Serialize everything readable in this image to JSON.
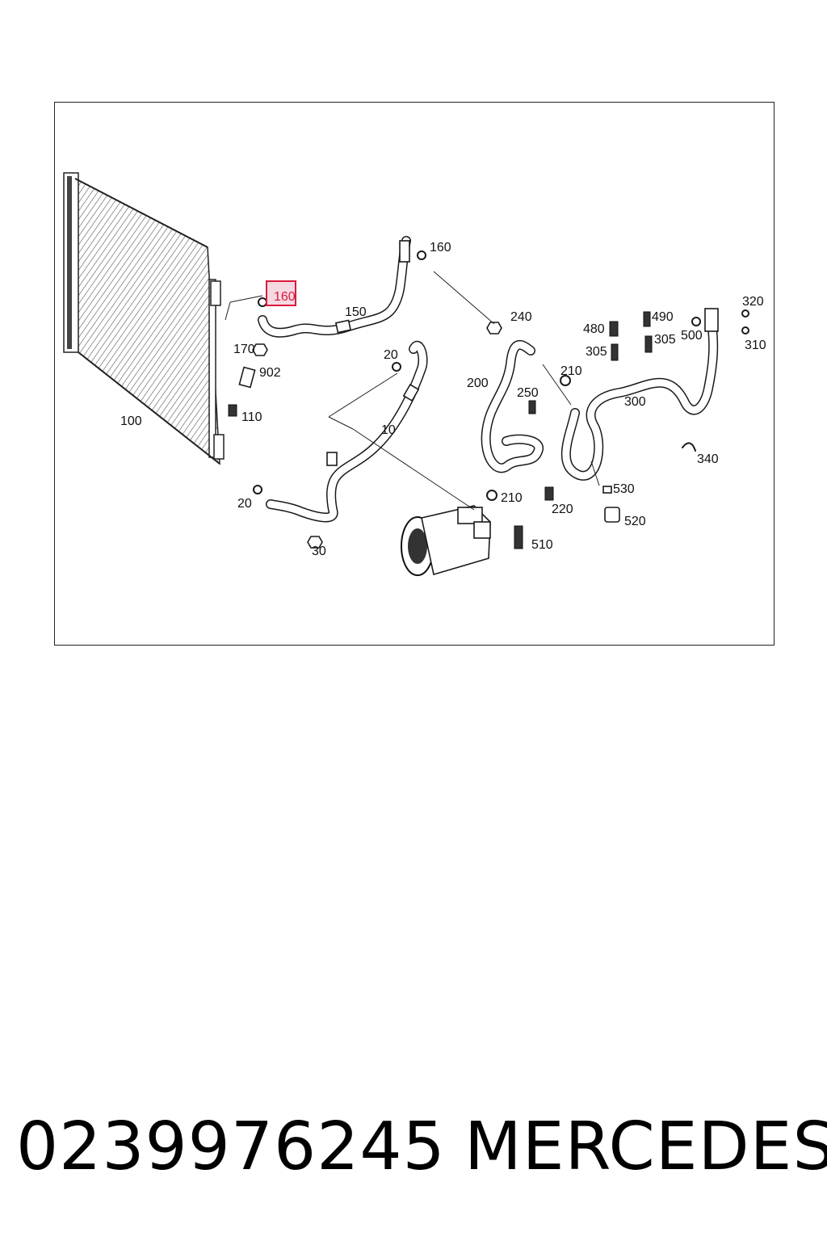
{
  "diagram": {
    "highlighted_callout": "160",
    "callouts": {
      "c160_top": "160",
      "c160_hl": "160",
      "c150": "150",
      "c170": "170",
      "c902": "902",
      "c110": "110",
      "c100": "100",
      "c20_mid": "20",
      "c10": "10",
      "c20_low": "20",
      "c30": "30",
      "c240": "240",
      "c200": "200",
      "c210_top": "210",
      "c250": "250",
      "c210_low": "210",
      "c220": "220",
      "c510": "510",
      "c480": "480",
      "c490": "490",
      "c305_a": "305",
      "c305_b": "305",
      "c500": "500",
      "c320": "320",
      "c310": "310",
      "c300": "300",
      "c340": "340",
      "c530": "530",
      "c520": "520"
    },
    "colors": {
      "highlight": "#d81b3c",
      "line": "#1a1a1a"
    }
  },
  "footer": {
    "part_number": "0239976245",
    "brand": "MERCEDES"
  }
}
